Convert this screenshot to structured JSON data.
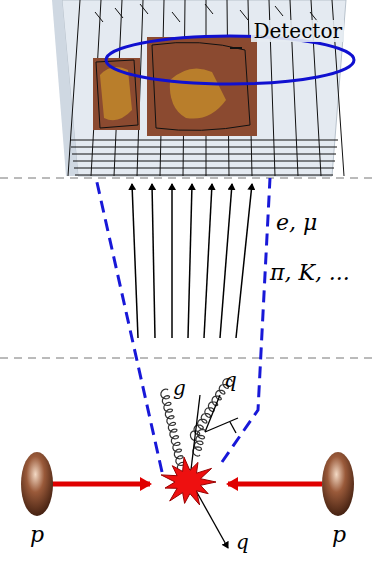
{
  "diagram": {
    "nodes": [
      {
        "text": [
          "Detector"
        ]
      }
    ],
    "edges": [],
    "labels": [
      "e, μ",
      "π, K, ...",
      "g",
      "q",
      "q",
      "p",
      "p"
    ]
  }
}
